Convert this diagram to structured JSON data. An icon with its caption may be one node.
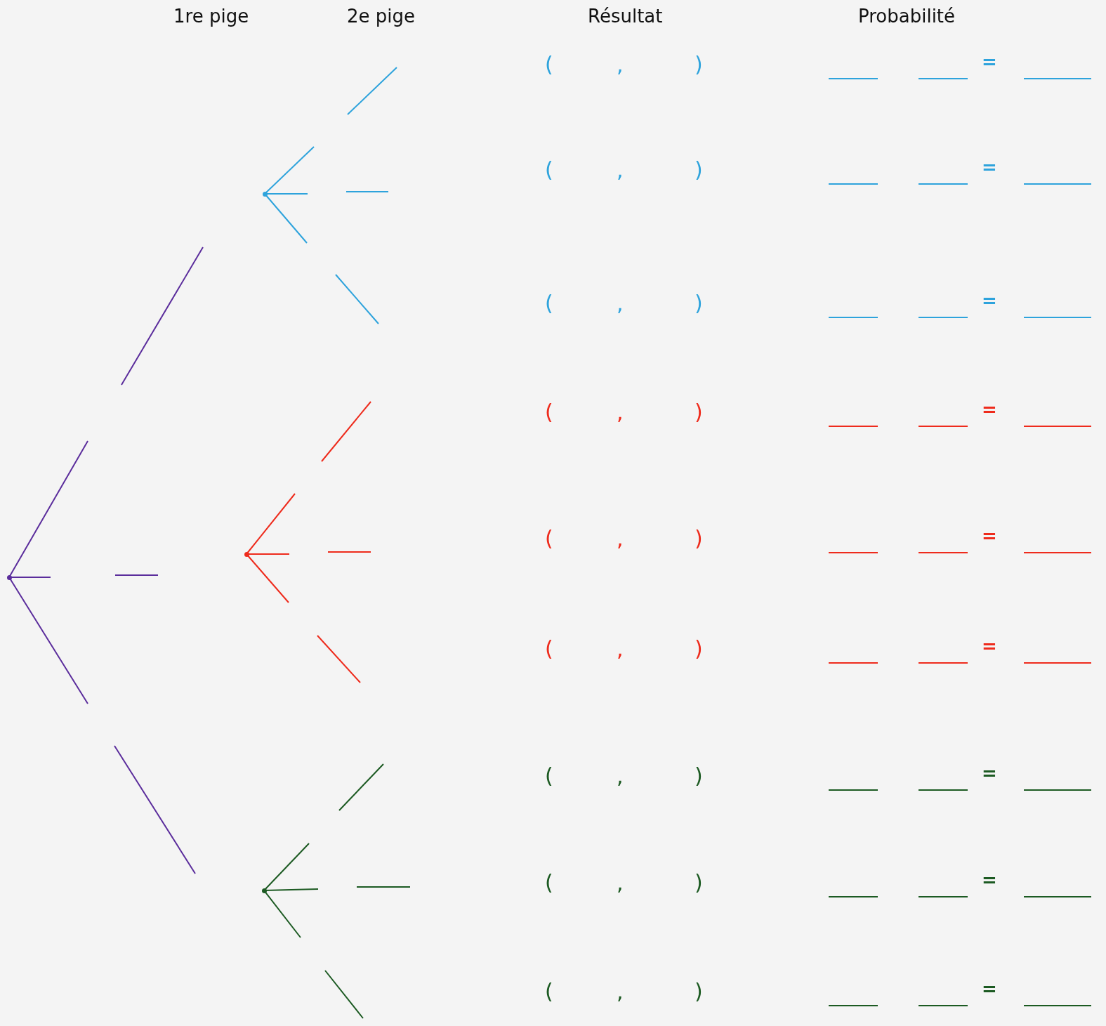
{
  "diagram": {
    "nodes": [
      {
        "text": [],
        "shape": "point"
      },
      {
        "text": [],
        "shape": "point"
      },
      {
        "text": [],
        "shape": "point"
      },
      {
        "text": [],
        "shape": "point"
      }
    ],
    "edges": [
      {
        "from": 0,
        "to": null,
        "arrow": "none",
        "color": "#5b2d9c"
      },
      {
        "from": 0,
        "to": null,
        "arrow": "none",
        "color": "#5b2d9c"
      },
      {
        "from": 0,
        "to": null,
        "arrow": "none",
        "color": "#5b2d9c"
      },
      {
        "from": 1,
        "to": null,
        "arrow": "none",
        "color": "#2ea3dc"
      },
      {
        "from": 1,
        "to": null,
        "arrow": "none",
        "color": "#2ea3dc"
      },
      {
        "from": 1,
        "to": null,
        "arrow": "none",
        "color": "#2ea3dc"
      },
      {
        "from": 2,
        "to": null,
        "arrow": "none",
        "color": "#ee2b1c"
      },
      {
        "from": 2,
        "to": null,
        "arrow": "none",
        "color": "#ee2b1c"
      },
      {
        "from": 2,
        "to": null,
        "arrow": "none",
        "color": "#ee2b1c"
      },
      {
        "from": 3,
        "to": null,
        "arrow": "none",
        "color": "#1c5a22"
      },
      {
        "from": 3,
        "to": null,
        "arrow": "none",
        "color": "#1c5a22"
      },
      {
        "from": 3,
        "to": null,
        "arrow": "none",
        "color": "#1c5a22"
      }
    ],
    "labels": [
      "1re pige",
      "2e pige",
      "Résultat",
      "Probabilité",
      "(",
      ",",
      ")",
      "=",
      "(",
      ",",
      ")",
      "=",
      "(",
      ",",
      ")",
      "=",
      "(",
      ",",
      ")",
      "=",
      "(",
      ",",
      ")",
      "=",
      "(",
      ",",
      ")",
      "=",
      "(",
      ",",
      ")",
      "=",
      "(",
      ",",
      ")",
      "=",
      "(",
      ",",
      ")",
      "="
    ]
  }
}
